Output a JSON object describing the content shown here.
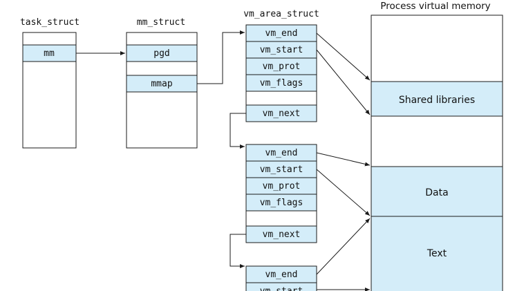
{
  "headers": {
    "task_struct": "task_struct",
    "mm_struct": "mm_struct",
    "vm_area_struct": "vm_area_struct",
    "process_memory": "Process virtual memory"
  },
  "task_struct": {
    "mm": "mm"
  },
  "mm_struct": {
    "pgd": "pgd",
    "mmap": "mmap"
  },
  "vma_1": {
    "end": "vm_end",
    "start": "vm_start",
    "prot": "vm_prot",
    "flags": "vm_flags",
    "next": "vm_next"
  },
  "vma_2": {
    "end": "vm_end",
    "start": "vm_start",
    "prot": "vm_prot",
    "flags": "vm_flags",
    "next": "vm_next"
  },
  "vma_3": {
    "end": "vm_end",
    "start": "vm_start"
  },
  "memory_regions": {
    "shared": "Shared libraries",
    "data": "Data",
    "text": "Text"
  },
  "colors": {
    "highlight": "#d4edf9",
    "stroke": "#1a1a1a",
    "background": "#ffffff"
  }
}
